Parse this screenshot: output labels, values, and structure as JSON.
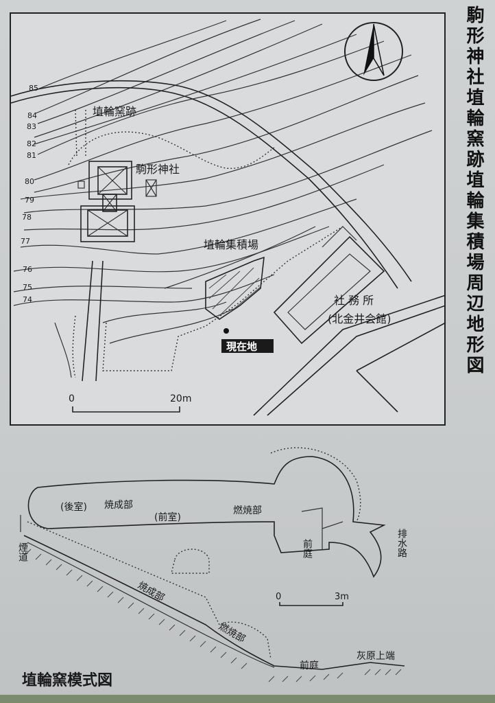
{
  "map": {
    "title": "駒形神社埴輪窯跡埴輪集積場周辺地形図",
    "labels": {
      "kiln_site": "埴輪窯跡",
      "shrine": "駒形神社",
      "collection_site": "埴輪集積場",
      "office": "社 務 所",
      "hall": "(北金井会館)",
      "current_location": "現在地"
    },
    "contours": [
      "85",
      "84",
      "83",
      "82",
      "81",
      "80",
      "79",
      "78",
      "77",
      "76",
      "75",
      "74"
    ],
    "scale": {
      "start": "0",
      "end": "20m"
    },
    "north_arrow": "north-arrow-icon"
  },
  "kiln_diagram": {
    "title": "埴輪窯模式図",
    "labels": {
      "rear_chamber": "(後室)",
      "firing_section": "焼成部",
      "front_chamber": "(前室)",
      "combustion_section": "燃焼部",
      "front_yard": "前庭",
      "drain": "排水路",
      "flue": "煙道",
      "firing_section_profile": "焼成部",
      "combustion_section_profile": "燃焼部",
      "front_yard_profile": "前庭",
      "ash_top": "灰原上端"
    },
    "scale": {
      "start": "0",
      "end": "3m"
    }
  }
}
